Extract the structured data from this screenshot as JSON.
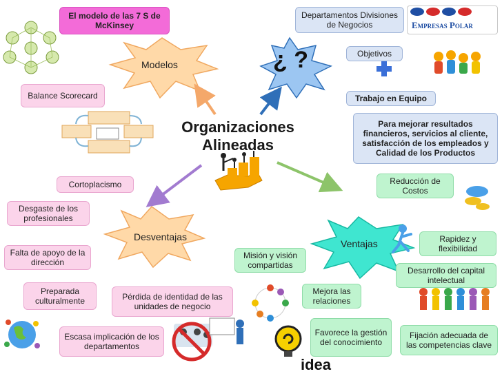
{
  "title_line1": "Organizaciones",
  "title_line2": "Alineadas",
  "question": "¿ ?",
  "stars": {
    "modelos": "Modelos",
    "desventajas": "Desventajas",
    "ventajas": "Ventajas"
  },
  "logo": {
    "text": "Empresas Polar"
  },
  "models": {
    "mckinsey": "El modelo de las 7 S de McKinsey",
    "balance": "Balance Scorecard"
  },
  "question_items": {
    "departamentos": "Departamentos Divisiones de Negocios",
    "objetivos": "Objetivos",
    "trabajo": "Trabajo en Equipo",
    "mejorar": "Para mejorar resultados financieros, servicios al cliente, satisfacción de los empleados y Calidad de los Productos"
  },
  "desventajas": [
    "Cortoplacismo",
    "Desgaste de los profesionales",
    "Falta de apoyo de la dirección",
    "Preparada culturalmente",
    "Pérdida de identidad de las unidades de negocio",
    "Escasa implicación de los departamentos"
  ],
  "ventajas": [
    "Reducción de Costos",
    "Rapidez y flexibilidad",
    "Desarrollo del capital intelectual",
    "Misión y visión compartidas",
    "Mejora las relaciones",
    "Favorece la gestión del conocimiento",
    "Fijación adecuada de las competencias clave"
  ],
  "idea_word": "idea",
  "colors": {
    "pink": "#fbd4ea",
    "magenta": "#f36bd8",
    "light_blue": "#dbe5f5",
    "mint": "#bff4cf",
    "yellow": "#fff7b0",
    "star_orange": "#ffd9a8",
    "star_cyan": "#3fe6d0",
    "star_blue": "#9cc6f2"
  }
}
